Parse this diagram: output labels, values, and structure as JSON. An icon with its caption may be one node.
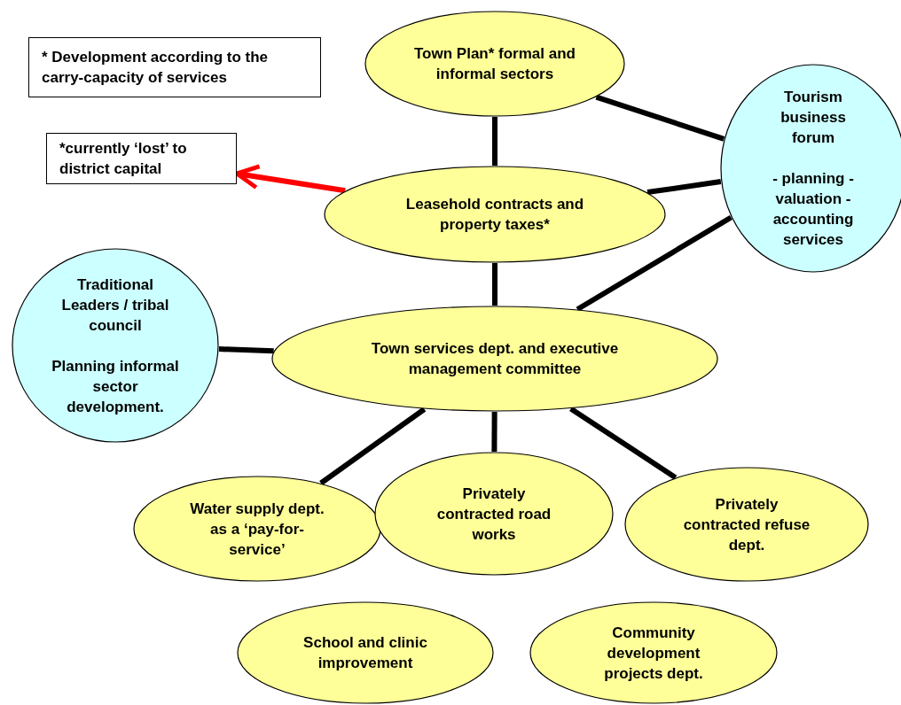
{
  "diagram": {
    "nodes": [
      {
        "text": [
          "* Development according to the carry-capacity of services"
        ]
      },
      {
        "text": [
          "Town Plan* formal and informal sectors"
        ]
      },
      {
        "text": [
          "*currently ‘lost’ to district capital"
        ]
      },
      {
        "text": [
          "Tourism business forum",
          "- planning - valuation - accounting services"
        ]
      },
      {
        "text": [
          "Leasehold contracts and property taxes*"
        ]
      },
      {
        "text": [
          "Traditional Leaders / tribal council",
          "Planning informal sector development."
        ]
      },
      {
        "text": [
          "Town services dept. and executive management committee"
        ]
      },
      {
        "text": [
          "Water supply dept. as a ‘pay-for-service’"
        ]
      },
      {
        "text": [
          "Privately contracted road works"
        ]
      },
      {
        "text": [
          "Privately contracted refuse dept."
        ]
      },
      {
        "text": [
          "School and clinic improvement"
        ]
      },
      {
        "text": [
          "Community development projects dept."
        ]
      }
    ],
    "edges": [
      {
        "from": 1,
        "to": 4,
        "arrow": "none"
      },
      {
        "from": 1,
        "to": 3,
        "arrow": "none"
      },
      {
        "from": 4,
        "to": 3,
        "arrow": "none"
      },
      {
        "from": 4,
        "to": 6,
        "arrow": "none"
      },
      {
        "from": 6,
        "to": 3,
        "arrow": "none"
      },
      {
        "from": 6,
        "to": 5,
        "arrow": "none"
      },
      {
        "from": 6,
        "to": 7,
        "arrow": "none"
      },
      {
        "from": 6,
        "to": 8,
        "arrow": "none"
      },
      {
        "from": 6,
        "to": 9,
        "arrow": "none"
      },
      {
        "from": 4,
        "to": 2,
        "arrow": "to",
        "color": "#ff0000"
      }
    ]
  }
}
